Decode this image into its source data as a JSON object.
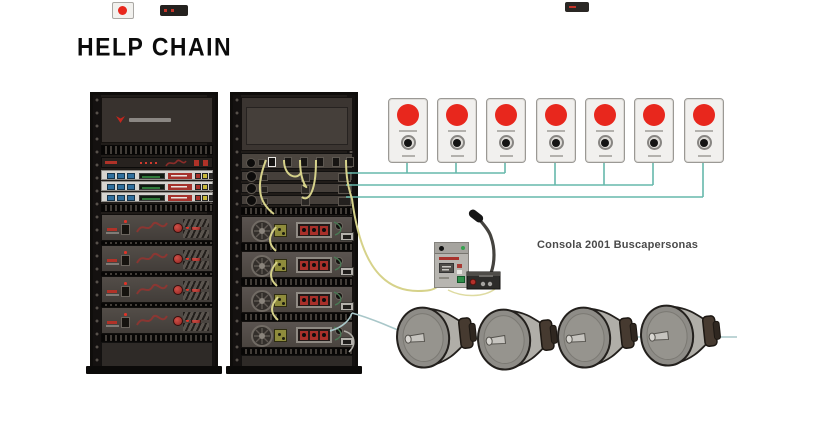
{
  "title": "HELP CHAIN",
  "console": {
    "label": "Consola 2001 Buscapersonas"
  },
  "system": {
    "call_stations_count": 7,
    "horn_speakers_count": 4,
    "front_rack_amplifiers_count": 4,
    "rear_rack_amplifiers_count": 4,
    "rear_rack_io_rows_count": 3,
    "wiring": {
      "bus_1_stations": [
        1,
        2,
        3
      ],
      "bus_2_stations": [
        4,
        5,
        6
      ],
      "bus_3_stations": [
        7
      ],
      "speaker_line_speakers": [
        1,
        2,
        3,
        4
      ]
    }
  },
  "colors": {
    "station_button_red": "#e8271d",
    "wire_teal": "#66b8ab",
    "wire_speaker": "#a9c7c9",
    "wire_yellow": "#d6d28a",
    "amplifier_accent_red": "#a5302c",
    "rack_black": "#141110",
    "label_text": "#4a4a4a",
    "title_text": "#0b0b0b"
  }
}
